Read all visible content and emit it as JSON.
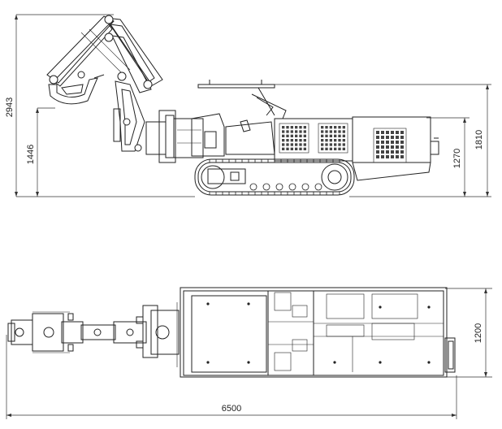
{
  "dimensions": {
    "side_total_height": "2943",
    "side_arm_height": "1446",
    "side_body_height": "1810",
    "side_rear_height": "1270",
    "top_width": "1200",
    "top_length": "6500"
  },
  "colors": {
    "line": "#222222",
    "background": "#ffffff"
  }
}
